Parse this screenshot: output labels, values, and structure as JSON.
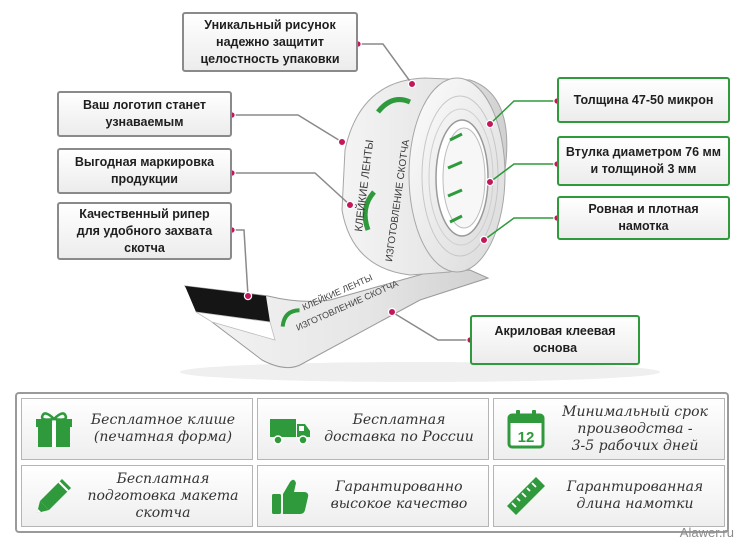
{
  "callouts": {
    "unique_pattern": [
      "Уникальный рисунок",
      "надежно защитит",
      "целостность упаковки"
    ],
    "logo": [
      "Ваш логотип станет",
      "узнаваемым"
    ],
    "marking": [
      "Выгодная маркировка",
      "продукции"
    ],
    "ripper": [
      "Качественный рипер",
      "для удобного захвата",
      "скотча"
    ],
    "thickness": [
      "Толщина  47-50 микрон"
    ],
    "core": [
      "Втулка диаметром 76 мм",
      "и толщиной 3 мм"
    ],
    "winding": [
      "Ровная и плотная намотка"
    ],
    "adhesive": [
      "Акриловая клеевая",
      "основа"
    ]
  },
  "tape_print": {
    "logo_text": "КЛЕЙКИЕ ЛЕНТЫ",
    "production_text": "ИЗГОТОВЛЕНИЕ СКОТЧА"
  },
  "features": [
    {
      "icon": "gift-icon",
      "lines": [
        "Бесплатное клише",
        "(печатная форма)"
      ]
    },
    {
      "icon": "truck-icon",
      "lines": [
        "Бесплатная",
        "доставка по России"
      ]
    },
    {
      "icon": "calendar-icon",
      "calendar_day": "12",
      "lines": [
        "Минимальный срок",
        "производства -",
        "3-5 рабочих дней"
      ]
    },
    {
      "icon": "pencil-icon",
      "lines": [
        "Бесплатная",
        "подготовка макета",
        "скотча"
      ]
    },
    {
      "icon": "thumbs-up-icon",
      "lines": [
        "Гарантированно",
        "высокое качество"
      ]
    },
    {
      "icon": "ruler-icon",
      "lines": [
        "Гарантированная",
        "длина намотки"
      ]
    }
  ],
  "watermark": "Alawer.ru",
  "colors": {
    "accent_green": "#2e9a3c",
    "leader_gray": "#8a8a8a",
    "dot_pink": "#c2185b"
  }
}
